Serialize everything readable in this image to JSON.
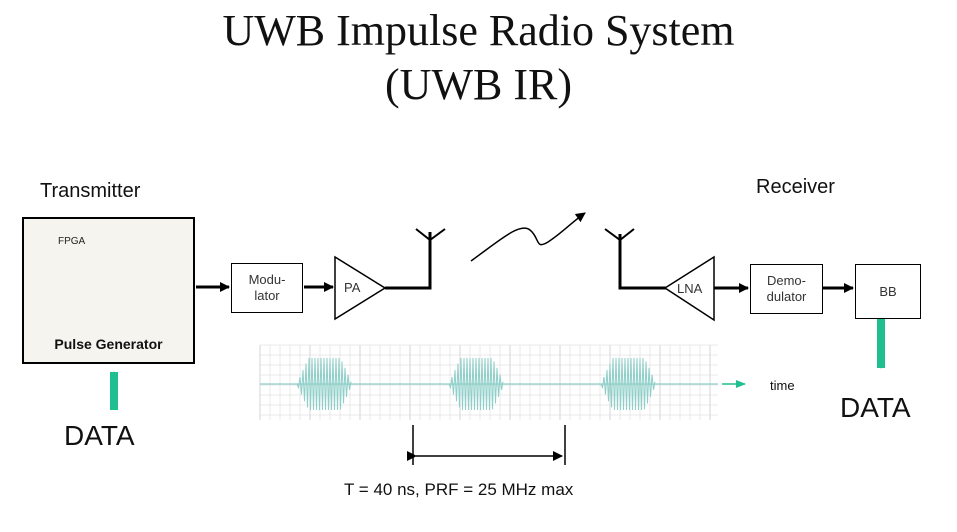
{
  "title": {
    "line1": "UWB Impulse Radio System",
    "line2": "(UWB IR)"
  },
  "transmitter": {
    "label": "Transmitter",
    "pulse_generator": {
      "chip_label": "FPGA",
      "label": "Pulse Generator"
    },
    "modulator": {
      "label": "Modu-\nlator"
    },
    "pa": {
      "label": "PA"
    },
    "data_label": "DATA"
  },
  "receiver": {
    "label": "Receiver",
    "lna": {
      "label": "LNA"
    },
    "demodulator": {
      "label": "Demo-\ndulator"
    },
    "bb": {
      "label": "BB"
    },
    "data_label": "DATA"
  },
  "waveform": {
    "time_label": "time",
    "pulse_count": 3,
    "period_label": "T = 40 ns, PRF = 25 MHz max"
  },
  "colors": {
    "data_arrow": "#1fbf8f",
    "waveform": "#8ecfc9",
    "grid": "#d6d6d6",
    "line": "#000000"
  }
}
